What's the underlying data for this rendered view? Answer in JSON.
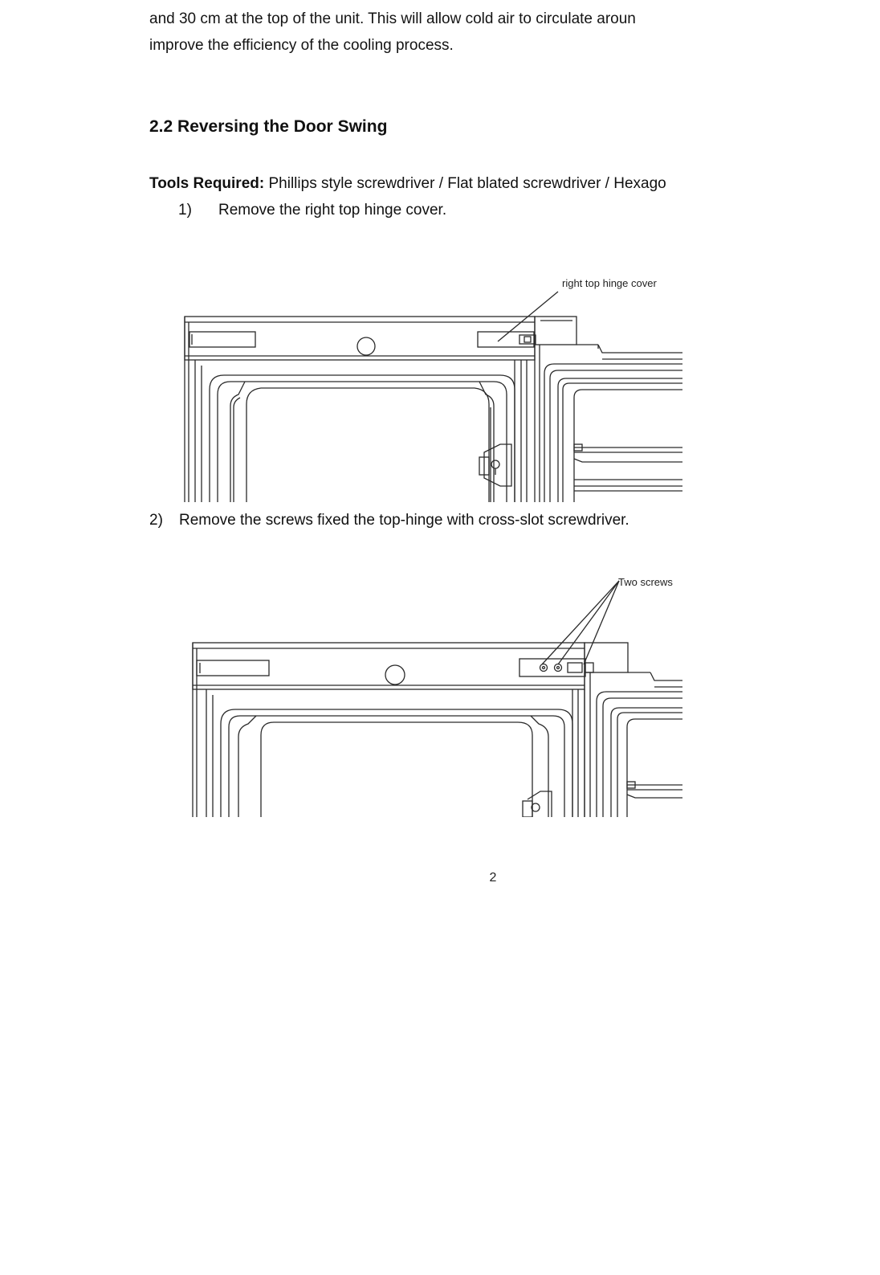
{
  "document": {
    "intro_line_1": "and 30 cm at the top of the unit. This will allow cold air to circulate aroun",
    "intro_line_2": "improve the efficiency of the cooling process.",
    "section_heading": "2.2 Reversing the Door Swing",
    "tools_label": "Tools Required:",
    "tools_text": " Phillips style screwdriver / Flat blated screwdriver / Hexago",
    "steps": [
      {
        "number": "1)",
        "text": "Remove the right top hinge cover."
      },
      {
        "number": "2)",
        "text": "Remove the screws fixed the top-hinge with cross-slot screwdriver."
      }
    ],
    "figures": [
      {
        "callout": "right top hinge cover"
      },
      {
        "callout": "Two screws"
      }
    ],
    "page_number": "2"
  }
}
